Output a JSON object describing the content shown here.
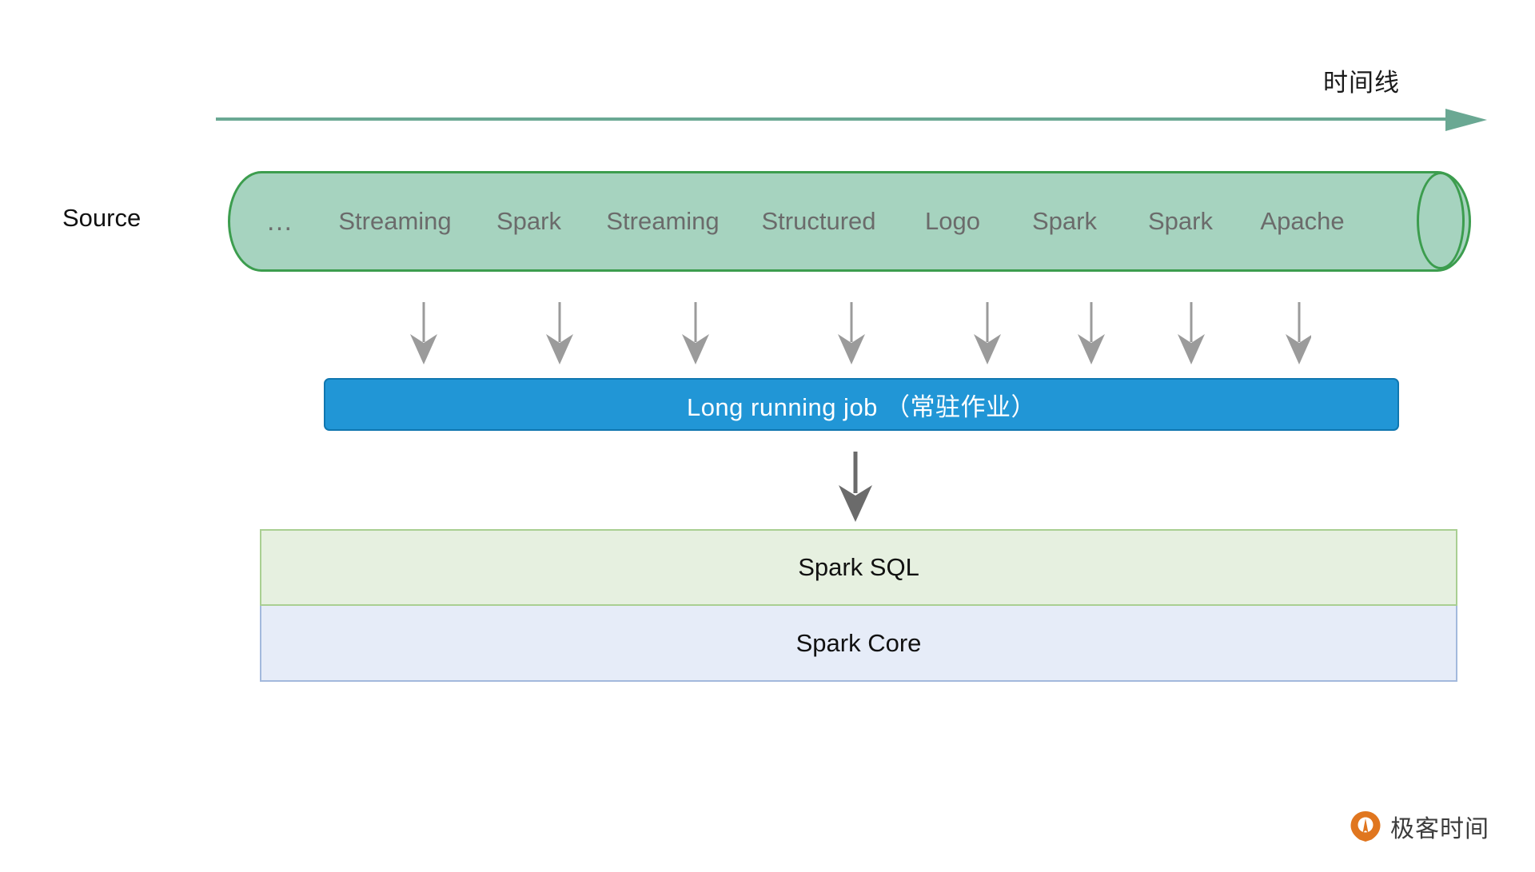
{
  "timeline": {
    "label": "时间线",
    "arrow_color": "#6aa893"
  },
  "source": {
    "label": "Source",
    "border_color": "#3c9d4e",
    "fill_color": "#a6d3bf",
    "items": [
      {
        "text": "…",
        "kind": "dots"
      },
      {
        "text": "Streaming",
        "kind": "word"
      },
      {
        "text": "Spark",
        "kind": "word"
      },
      {
        "text": "Streaming",
        "kind": "word"
      },
      {
        "text": "Structured",
        "kind": "word"
      },
      {
        "text": "Logo",
        "kind": "word"
      },
      {
        "text": "Spark",
        "kind": "word"
      },
      {
        "text": "Spark",
        "kind": "word"
      },
      {
        "text": "Apache",
        "kind": "word"
      }
    ]
  },
  "fan_arrows": {
    "count": 8,
    "color": "#9b9b9b"
  },
  "job": {
    "label": "Long running job （常驻作业）",
    "fill_color": "#2196d6",
    "border_color": "#1077b0",
    "text_color": "#ffffff"
  },
  "mid_arrow": {
    "color": "#6b6b6b"
  },
  "stack": {
    "layers": [
      {
        "label": "Spark SQL",
        "fill_color": "#e6f0e0",
        "border_color": "#a9cf92"
      },
      {
        "label": "Spark Core",
        "fill_color": "#e6ecf8",
        "border_color": "#a3b9dd"
      }
    ]
  },
  "brand": {
    "name": "极客时间",
    "mark_color": "#e0761f"
  }
}
